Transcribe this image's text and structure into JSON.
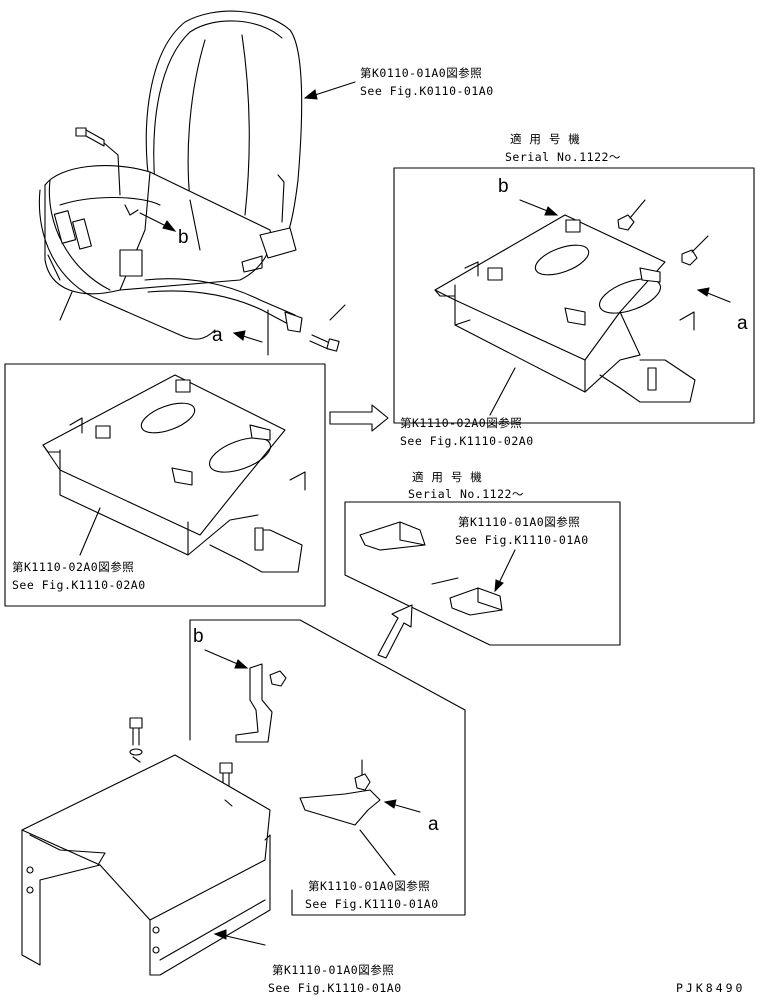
{
  "callouts": {
    "seat_jp": "第K0110-01A0図参照",
    "seat_en": "See Fig.K0110-01A0",
    "serial_a_jp": "適 用 号 機",
    "serial_a_en": "Serial No.1122～",
    "bracket_right_jp": "第K1110-02A0図参照",
    "bracket_right_en": "See Fig.K1110-02A0",
    "bracket_left_jp": "第K1110-02A0図参照",
    "bracket_left_en": "See Fig.K1110-02A0",
    "serial_b_jp": "適 用 号 機",
    "serial_b_en": "Serial No.1122～",
    "inset_jp": "第K1110-01A0図参照",
    "inset_en": "See Fig.K1110-01A0",
    "bracket_small_jp": "第K1110-01A0図参照",
    "bracket_small_en": "See Fig.K1110-01A0",
    "base_jp": "第K1110-01A0図参照",
    "base_en": "See Fig.K1110-01A0"
  },
  "letters": {
    "b_seat": "b",
    "a_seat": "a",
    "b_right": "b",
    "a_right": "a",
    "b_lower": "b",
    "a_lower": "a"
  },
  "drawing_id": "PJK8490"
}
